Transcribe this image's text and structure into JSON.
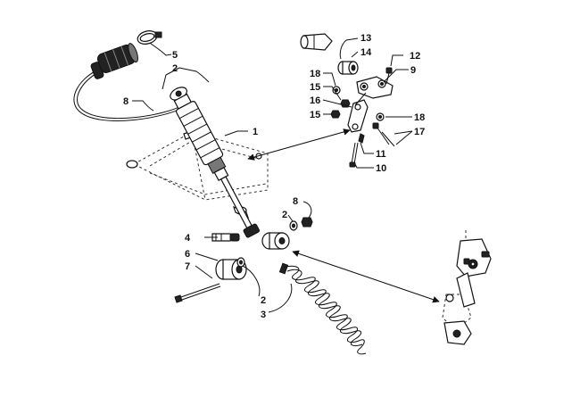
{
  "callouts": {
    "c1": "1",
    "c2a": "2",
    "c2b": "2",
    "c2c": "2",
    "c3": "3",
    "c4": "4",
    "c5": "5",
    "c6": "6",
    "c7": "7",
    "c8a": "8",
    "c8b": "8",
    "c9": "9",
    "c10": "10",
    "c11": "11",
    "c12": "12",
    "c13": "13",
    "c14": "14",
    "c15a": "15",
    "c15b": "15",
    "c16": "16",
    "c17": "17",
    "c18a": "18",
    "c18b": "18"
  }
}
